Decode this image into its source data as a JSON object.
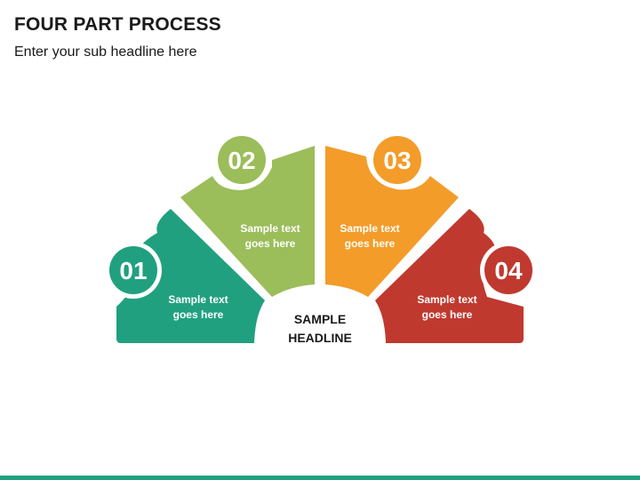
{
  "header": {
    "title": "FOUR PART PROCESS",
    "subtitle": "Enter your sub headline here"
  },
  "center": {
    "line1": "SAMPLE",
    "line2": "HEADLINE"
  },
  "steps": [
    {
      "number": "01",
      "line1": "Sample text",
      "line2": "goes here",
      "color": "#21a07f"
    },
    {
      "number": "02",
      "line1": "Sample text",
      "line2": "goes here",
      "color": "#9bbd5a"
    },
    {
      "number": "03",
      "line1": "Sample text",
      "line2": "goes here",
      "color": "#f39c29"
    },
    {
      "number": "04",
      "line1": "Sample text",
      "line2": "goes here",
      "color": "#c0392f"
    }
  ],
  "colors": {
    "accent_bar": "#21a07f"
  }
}
